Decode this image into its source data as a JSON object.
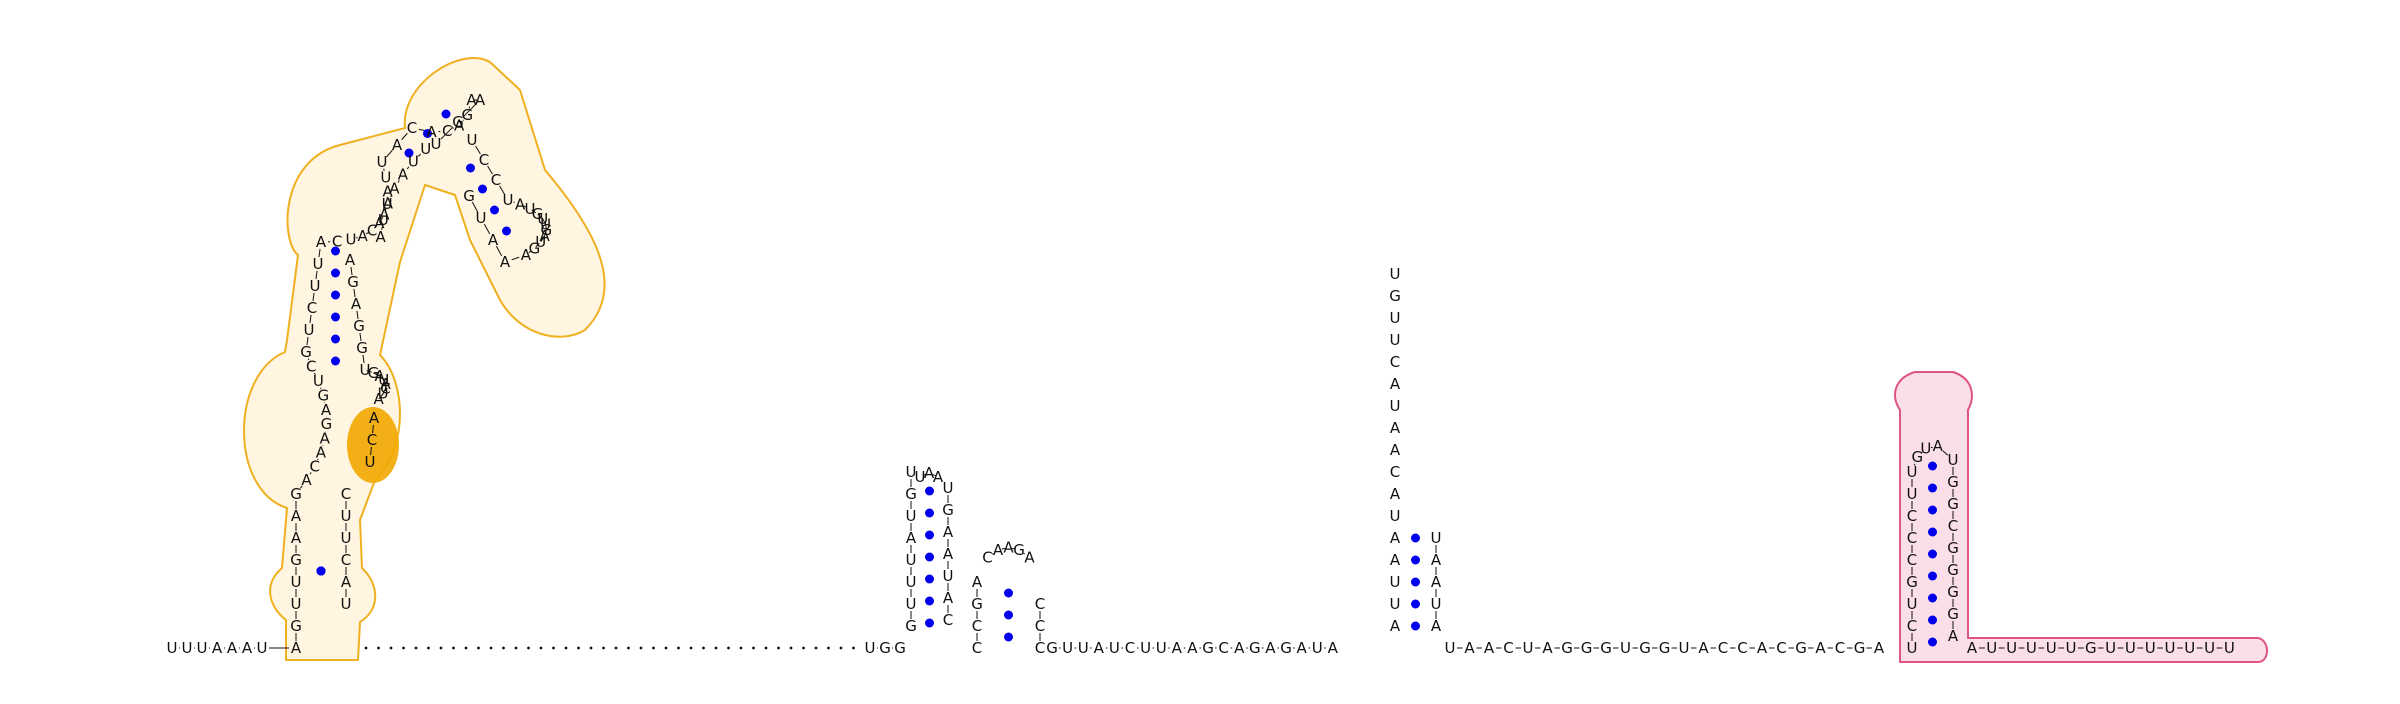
{
  "diagram": {
    "colors": {
      "base_pair": "#0000ee",
      "outline_orange": "#f0b020",
      "outline_pink": "#e0557f",
      "highlight": "#f2a900"
    },
    "left_tail": [
      "U",
      "U",
      "U",
      "A",
      "A",
      "A",
      "U"
    ],
    "stem1_left": [
      "A",
      "G",
      "U",
      "U",
      "G",
      "A",
      "A",
      "G"
    ],
    "interior1": [
      "A",
      "C",
      "A",
      "A",
      "G",
      "A",
      "G",
      "U",
      "C"
    ],
    "stem2_left": [
      "G",
      "U",
      "C",
      "U",
      "U",
      "A"
    ],
    "ml_loop_a": [
      "C",
      "U",
      "A",
      "C",
      "A",
      "A",
      "U",
      "A",
      "U"
    ],
    "stem3_left": [
      "U",
      "A",
      "C"
    ],
    "hairpin_top": [
      "A",
      "C",
      "A",
      "G",
      "A"
    ],
    "stem3_right": [
      "A",
      "G",
      "U"
    ],
    "stem4_left": [
      "U",
      "C",
      "C",
      "U"
    ],
    "hairpin_small": [
      "A",
      "U",
      "G",
      "U",
      "U",
      "G",
      "A",
      "U",
      "G",
      "A"
    ],
    "stem4_right": [
      "A",
      "A",
      "U",
      "G"
    ],
    "ml_loop_b": [
      "U",
      "U",
      "A",
      "A",
      "A",
      "U",
      "A"
    ],
    "stem2_right": [
      "A",
      "G",
      "A",
      "G",
      "G",
      "U"
    ],
    "interior2": [
      "G",
      "A",
      "U",
      "A",
      "C",
      "U",
      "A"
    ],
    "highlighted": [
      "A",
      "C",
      "U"
    ],
    "stem1_right": [
      "C",
      "U",
      "U",
      "C",
      "A",
      "U"
    ],
    "middle_pre": [
      "U",
      "G",
      "G"
    ],
    "hpA_left": [
      "G",
      "U",
      "U",
      "U",
      "A",
      "U",
      "G",
      "U"
    ],
    "hpA_loop": [
      "U",
      "A",
      "A"
    ],
    "hpA_right": [
      "U",
      "G",
      "A",
      "A",
      "U",
      "A",
      "C"
    ],
    "hpB_left": [
      "C",
      "C",
      "G",
      "A"
    ],
    "hpB_loop": [
      "C",
      "A",
      "A",
      "G",
      "A"
    ],
    "hpB_right": [
      "C",
      "C",
      "C"
    ],
    "middle_seq": [
      "G",
      "U",
      "U",
      "A",
      "U",
      "C",
      "U",
      "U",
      "A",
      "A",
      "G",
      "C",
      "A",
      "G",
      "A",
      "G",
      "A",
      "U",
      "A"
    ],
    "hpC_left": [
      "A",
      "U",
      "U",
      "A",
      "A",
      "U",
      "A",
      "C",
      "A",
      "A",
      "U",
      "A",
      "C",
      "U",
      "U",
      "G",
      "U"
    ],
    "hpC_right": [
      "A",
      "U",
      "A",
      "A",
      "U"
    ],
    "right_seq": [
      "U",
      "A",
      "A",
      "C",
      "U",
      "A",
      "G",
      "G",
      "G",
      "U",
      "G",
      "G",
      "U",
      "A",
      "C",
      "C",
      "A",
      "C",
      "G",
      "A",
      "C",
      "G",
      "A"
    ],
    "pink_left": [
      "U",
      "C",
      "U",
      "G",
      "C",
      "C",
      "C",
      "U",
      "U"
    ],
    "pink_loop": [
      "G",
      "U",
      "A"
    ],
    "pink_right": [
      "U",
      "G",
      "G",
      "C",
      "G",
      "G",
      "G",
      "G",
      "A"
    ],
    "right_tail": [
      "A",
      "U",
      "U",
      "U",
      "U",
      "U",
      "G",
      "U",
      "U",
      "U",
      "U",
      "U",
      "U",
      "U"
    ]
  }
}
